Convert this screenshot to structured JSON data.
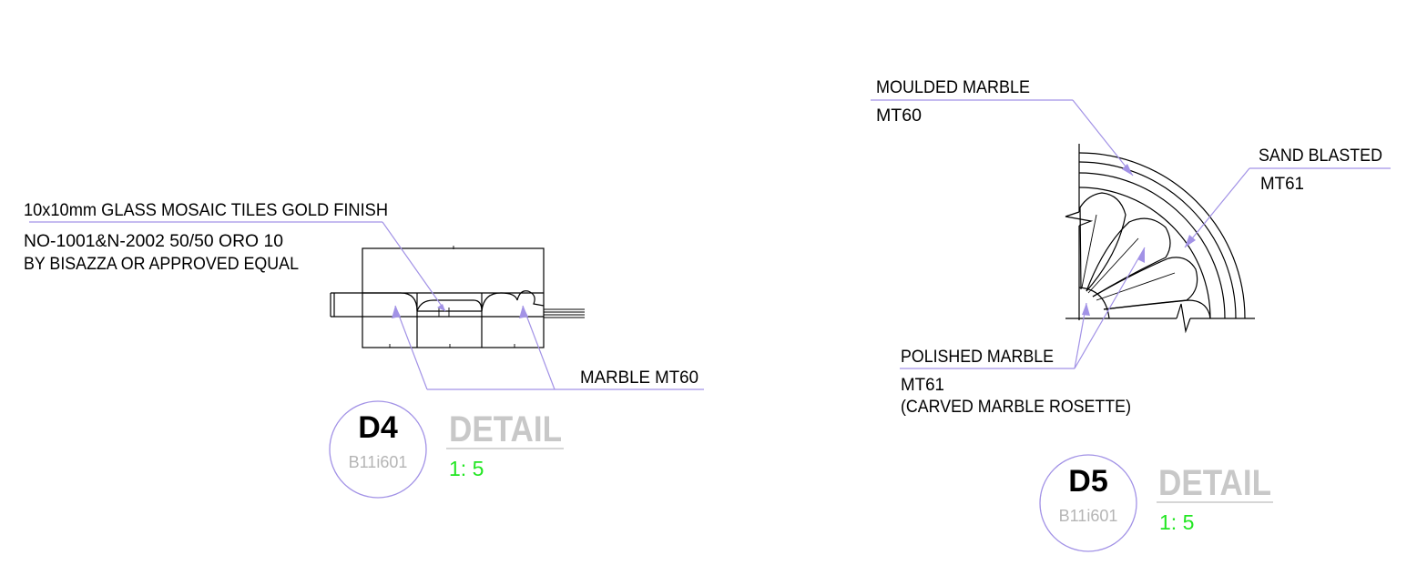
{
  "detail_d4": {
    "notes": {
      "mosaic_line1": "10x10mm GLASS MOSAIC TILES GOLD FINISH",
      "mosaic_line2": "NO-1001&N-2002 50/50 ORO 10",
      "mosaic_line3": "BY BISAZZA OR APPROVED EQUAL",
      "marble": "MARBLE MT60"
    },
    "tag": {
      "number": "D4",
      "sheet": "B11i601",
      "title": "DETAIL",
      "scale": "1: 5"
    }
  },
  "detail_d5": {
    "notes": {
      "moulded_line1": "MOULDED MARBLE",
      "moulded_line2": "MT60",
      "sand_line1": "SAND BLASTED",
      "sand_line2": "MT61",
      "polished_line1": "POLISHED MARBLE",
      "polished_line2": "MT61",
      "polished_line3": "(CARVED MARBLE ROSETTE)"
    },
    "tag": {
      "number": "D5",
      "sheet": "B11i601",
      "title": "DETAIL",
      "scale": "1: 5"
    }
  },
  "colors": {
    "leader": "#a292e6",
    "scale_text": "#22e622",
    "title_text": "#c8c8c8",
    "linework": "#000000"
  }
}
